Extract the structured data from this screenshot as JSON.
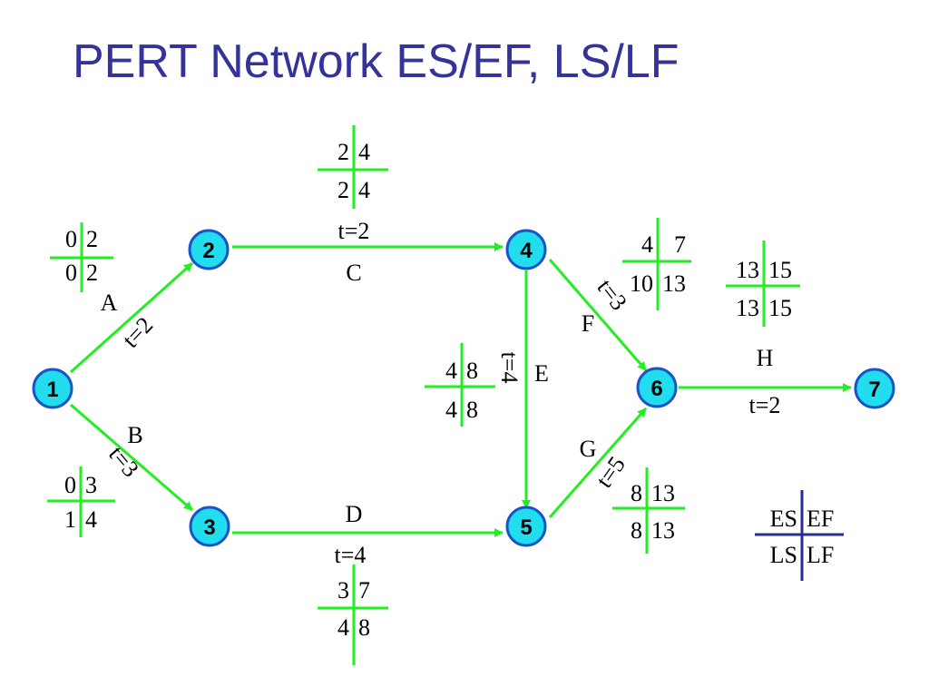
{
  "title": "PERT Network ES/EF, LS/LF",
  "nodes": [
    "1",
    "2",
    "3",
    "4",
    "5",
    "6",
    "7"
  ],
  "activities": [
    {
      "name": "A",
      "duration": "t=2",
      "es": "0",
      "ef": "2",
      "ls": "0",
      "lf": "2"
    },
    {
      "name": "B",
      "duration": "t=3",
      "es": "0",
      "ef": "3",
      "ls": "1",
      "lf": "4"
    },
    {
      "name": "C",
      "duration": "t=2",
      "es": "2",
      "ef": "4",
      "ls": "2",
      "lf": "4"
    },
    {
      "name": "D",
      "duration": "t=4",
      "es": "3",
      "ef": "7",
      "ls": "4",
      "lf": "8"
    },
    {
      "name": "E",
      "duration": "t=4",
      "es": "4",
      "ef": "8",
      "ls": "4",
      "lf": "8"
    },
    {
      "name": "F",
      "duration": "t=3",
      "es": "4",
      "ef": "7",
      "ls": "10",
      "lf": "13"
    },
    {
      "name": "G",
      "duration": "t=5",
      "es": "8",
      "ef": "13",
      "ls": "8",
      "lf": "13"
    },
    {
      "name": "H",
      "duration": "t=2",
      "es": "13",
      "ef": "15",
      "ls": "13",
      "lf": "15"
    }
  ],
  "legend": {
    "es": "ES",
    "ef": "EF",
    "ls": "LS",
    "lf": "LF"
  },
  "colors": {
    "arrow": "#22ee22",
    "node_fill": "#22ddee",
    "node_stroke": "#1a55c8",
    "title": "#33339a",
    "legend_line": "#2a2a9a"
  }
}
